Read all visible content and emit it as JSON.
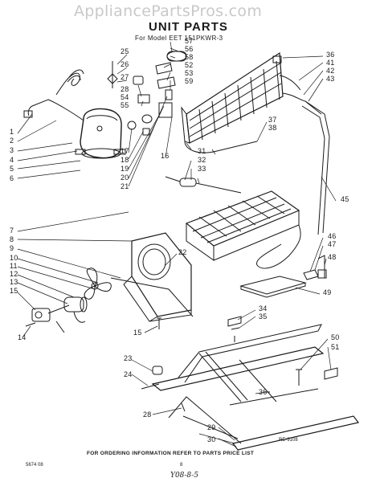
{
  "watermark": "AppliancePartsPros.com",
  "header": {
    "title": "UNIT PARTS",
    "model_line": "For Model EET 151PKWR-3"
  },
  "footer": {
    "ordering_note": "FOR ORDERING INFORMATION REFER TO PARTS PRICE LIST",
    "left_code": "5674 08",
    "page_number": "8",
    "handwritten": "Y08-8-5",
    "ref_code": "RE-9108"
  },
  "callouts": [
    {
      "id": "c25",
      "label": "25"
    },
    {
      "id": "c26",
      "label": "26"
    },
    {
      "id": "c27",
      "label": "27"
    },
    {
      "id": "c28a",
      "label": "28"
    },
    {
      "id": "c54",
      "label": "54"
    },
    {
      "id": "c55",
      "label": "55"
    },
    {
      "id": "c57",
      "label": "57"
    },
    {
      "id": "c56",
      "label": "56"
    },
    {
      "id": "c58",
      "label": "58"
    },
    {
      "id": "c52",
      "label": "52"
    },
    {
      "id": "c53",
      "label": "53"
    },
    {
      "id": "c59",
      "label": "59"
    },
    {
      "id": "c36a",
      "label": "36"
    },
    {
      "id": "c41",
      "label": "41"
    },
    {
      "id": "c42",
      "label": "42"
    },
    {
      "id": "c43",
      "label": "43"
    },
    {
      "id": "c37",
      "label": "37"
    },
    {
      "id": "c38",
      "label": "38"
    },
    {
      "id": "c1",
      "label": "1"
    },
    {
      "id": "c2",
      "label": "2"
    },
    {
      "id": "c3",
      "label": "3"
    },
    {
      "id": "c4",
      "label": "4"
    },
    {
      "id": "c5",
      "label": "5"
    },
    {
      "id": "c6",
      "label": "6"
    },
    {
      "id": "c17",
      "label": "17"
    },
    {
      "id": "c18",
      "label": "18"
    },
    {
      "id": "c19",
      "label": "19"
    },
    {
      "id": "c20",
      "label": "20"
    },
    {
      "id": "c21",
      "label": "21"
    },
    {
      "id": "c16",
      "label": "16"
    },
    {
      "id": "c31",
      "label": "31"
    },
    {
      "id": "c32",
      "label": "32"
    },
    {
      "id": "c33",
      "label": "33"
    },
    {
      "id": "c45",
      "label": "45"
    },
    {
      "id": "c7",
      "label": "7"
    },
    {
      "id": "c8",
      "label": "8"
    },
    {
      "id": "c9",
      "label": "9"
    },
    {
      "id": "c10",
      "label": "10"
    },
    {
      "id": "c11",
      "label": "11"
    },
    {
      "id": "c12",
      "label": "12"
    },
    {
      "id": "c13",
      "label": "13"
    },
    {
      "id": "c15a",
      "label": "15"
    },
    {
      "id": "c22",
      "label": "22"
    },
    {
      "id": "c46",
      "label": "46"
    },
    {
      "id": "c47",
      "label": "47"
    },
    {
      "id": "c48",
      "label": "48"
    },
    {
      "id": "c49",
      "label": "49"
    },
    {
      "id": "c14",
      "label": "14"
    },
    {
      "id": "c15b",
      "label": "15"
    },
    {
      "id": "c34",
      "label": "34"
    },
    {
      "id": "c35",
      "label": "35"
    },
    {
      "id": "c50",
      "label": "50"
    },
    {
      "id": "c51",
      "label": "51"
    },
    {
      "id": "c23",
      "label": "23"
    },
    {
      "id": "c24",
      "label": "24"
    },
    {
      "id": "c36b",
      "label": "36"
    },
    {
      "id": "c28b",
      "label": "28"
    },
    {
      "id": "c29",
      "label": "29"
    },
    {
      "id": "c30",
      "label": "30"
    }
  ]
}
